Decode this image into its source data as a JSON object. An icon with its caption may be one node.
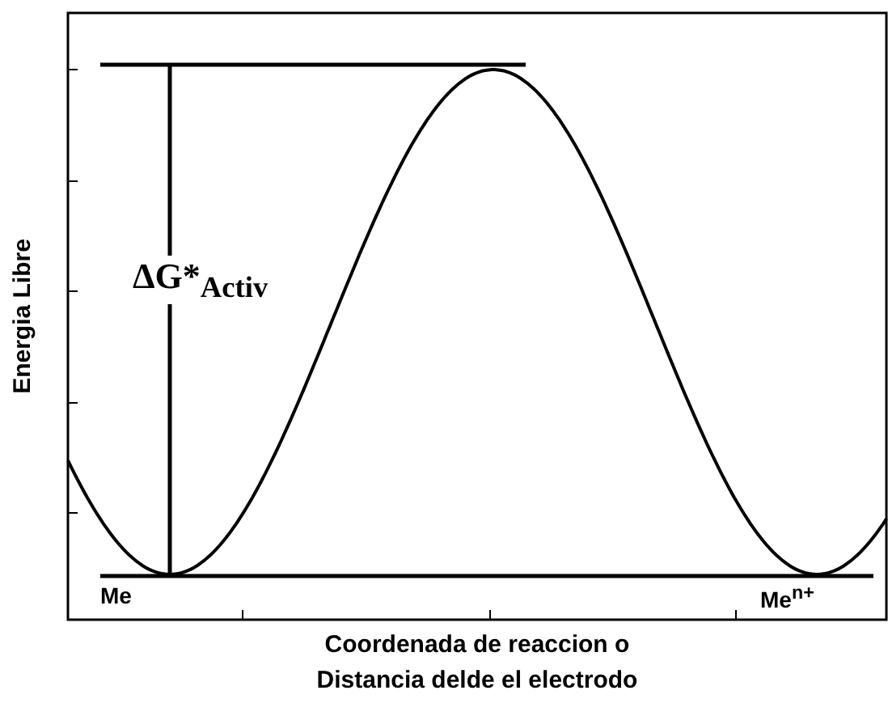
{
  "diagram": {
    "labels": [
      "Energia Libre",
      "ΔG*$_{Activ}$",
      "Me",
      "Me$^{n+}$",
      "Coordenada de reaccion o Distancia delde el electrodo"
    ]
  }
}
